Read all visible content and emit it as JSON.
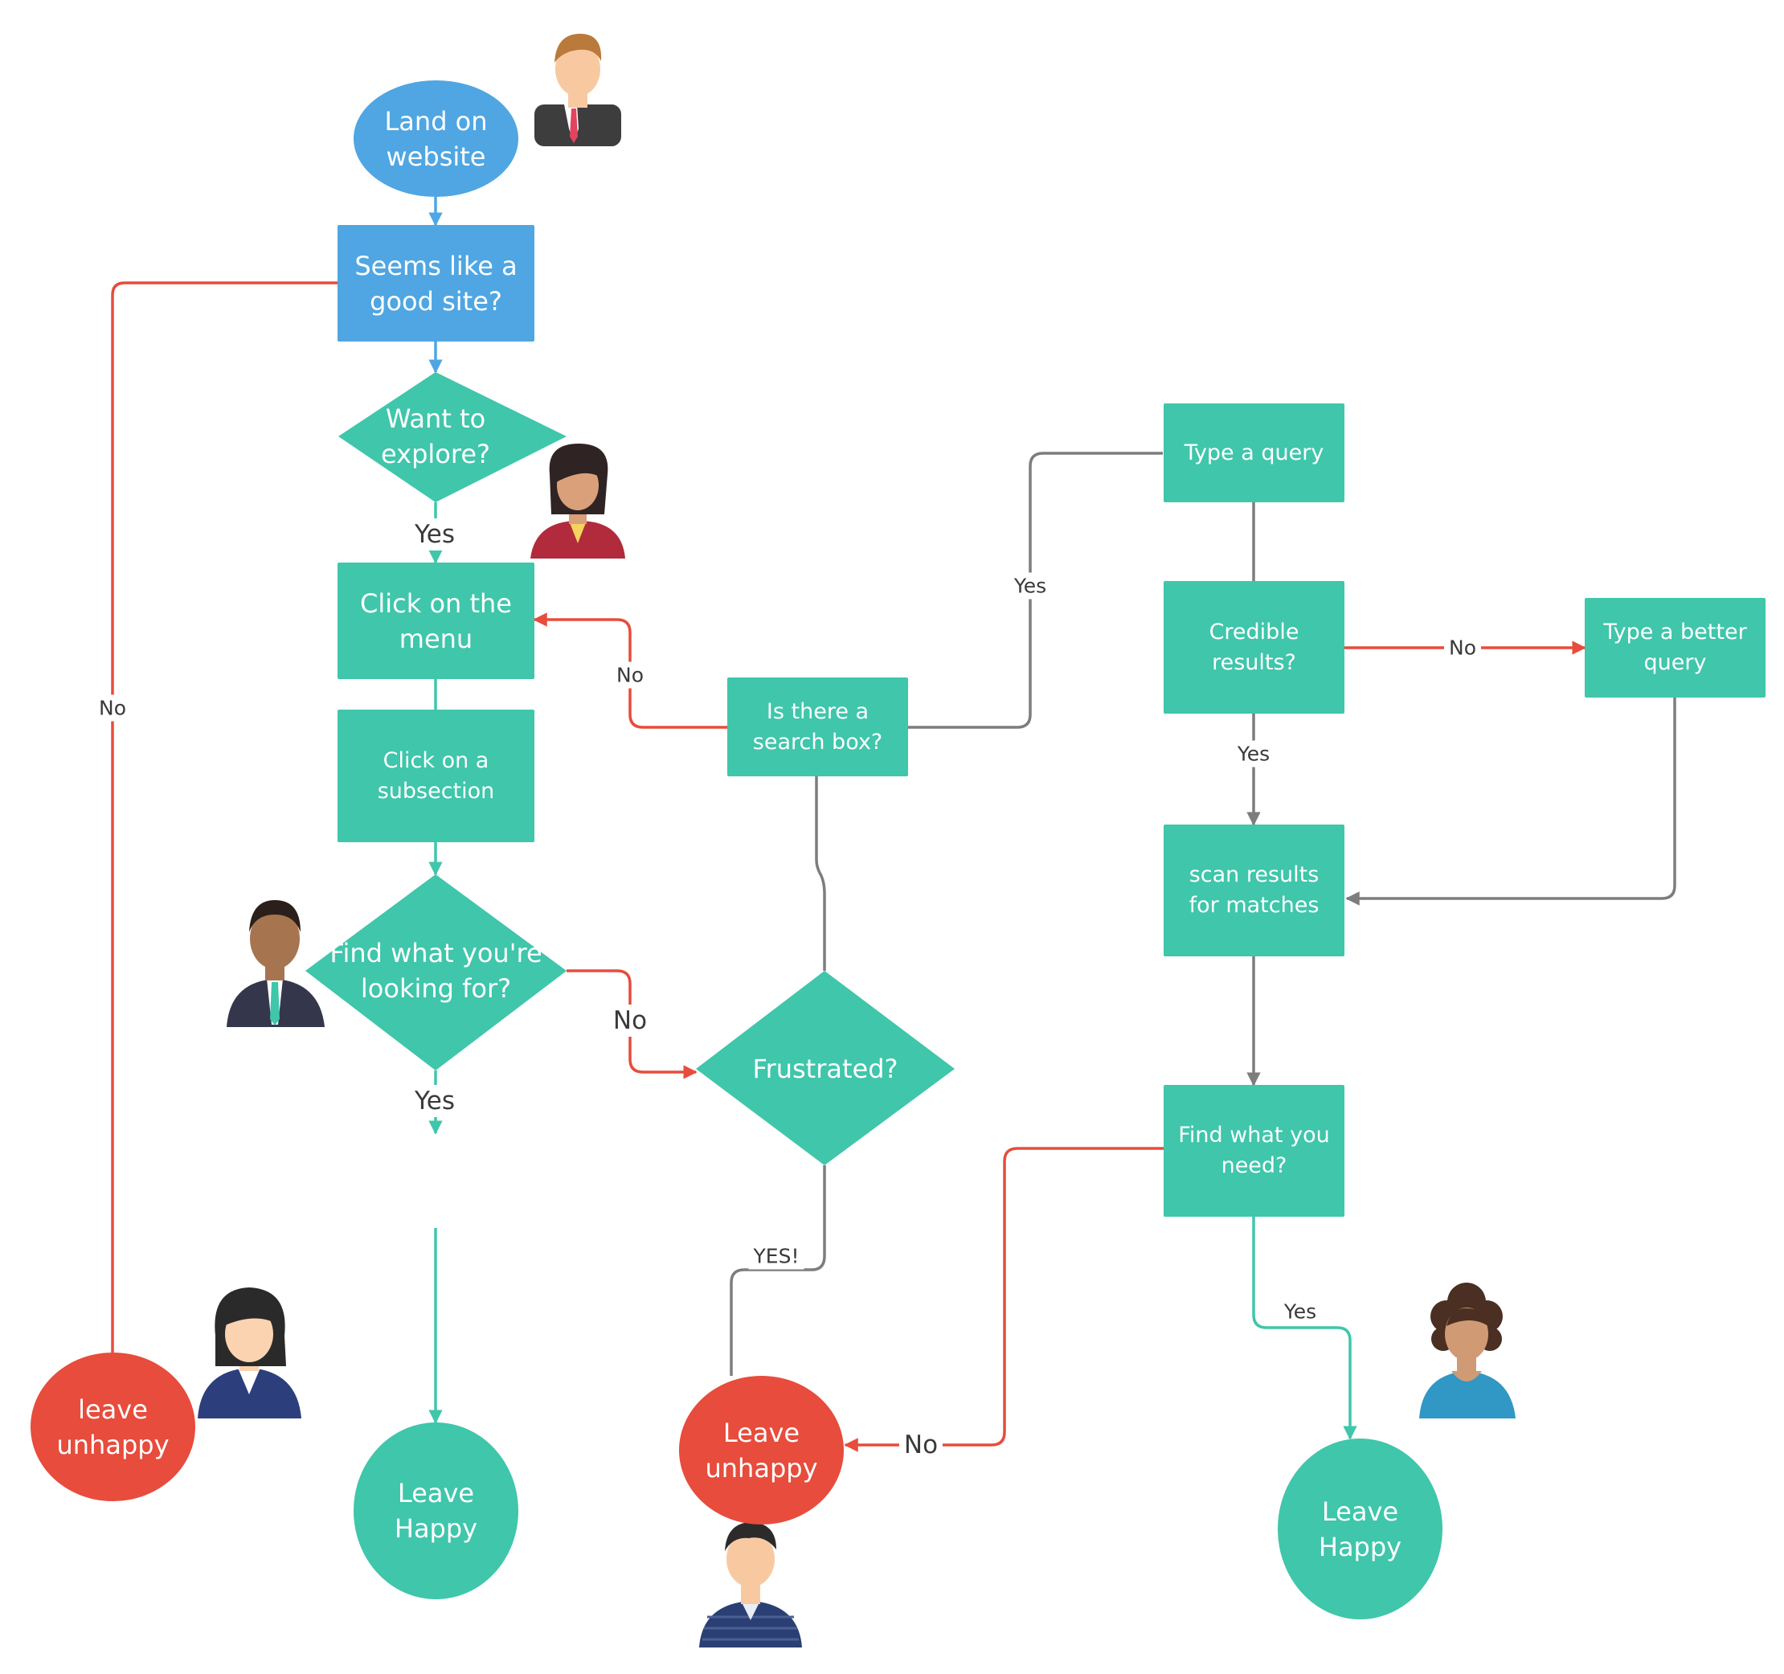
{
  "colors": {
    "blue": "#4fa6e2",
    "teal": "#3fc6ab",
    "red": "#e74c3c",
    "gray": "#7d7d7d"
  },
  "nodes": {
    "land_on_website": "Land on\nwebsite",
    "seems_good_site": "Seems like a\ngood site?",
    "want_to_explore": "Want to\nexplore?",
    "click_menu": "Click on the\nmenu",
    "click_subsection": "Click on a\nsubsection",
    "find_what_looking": "Find what you're\nlooking for?",
    "leave_unhappy_left": "leave\nunhappy",
    "leave_happy_left": "Leave\nHappy",
    "search_box": "Is there a\nsearch box?",
    "frustrated": "Frustrated?",
    "leave_unhappy_mid": "Leave\nunhappy",
    "type_query": "Type a query",
    "credible_results": "Credible\nresults?",
    "type_better_query": "Type a better\nquery",
    "scan_results": "scan results\nfor matches",
    "find_what_need": "Find what you\nneed?",
    "leave_happy_right": "Leave\nHappy"
  },
  "edge_labels": {
    "no_site": "No",
    "yes_explore": "Yes",
    "no_searchbox": "No",
    "no_find": "No",
    "yes_find": "Yes",
    "yes_frustrated": "YES!",
    "yes_searchbox": "Yes",
    "no_credible": "No",
    "yes_credible": "Yes",
    "no_need": "No",
    "yes_need": "Yes"
  },
  "people": [
    "person-man-suit-icon",
    "person-woman-red-icon",
    "person-man-dark-suit-icon",
    "person-woman-navy-icon",
    "person-man-striped-icon",
    "person-woman-curly-icon"
  ]
}
